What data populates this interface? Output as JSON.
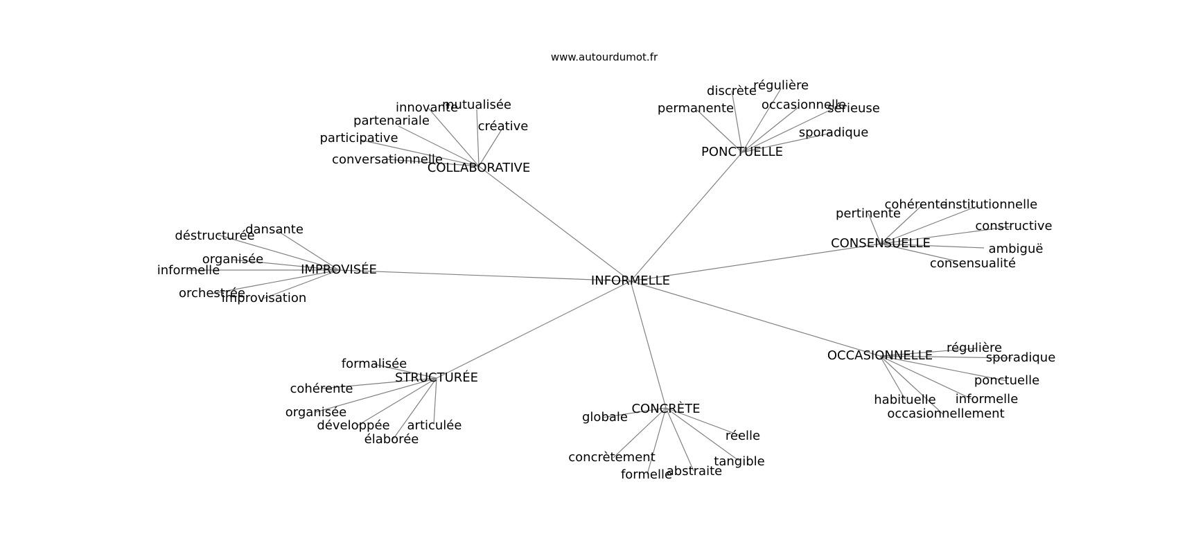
{
  "source": "www.autourdumot.fr",
  "colors": {
    "edge": "#808080",
    "text": "#000000",
    "background": "#ffffff"
  },
  "center": "INFORMELLE",
  "hubs": [
    {
      "label": "COLLABORATIVE",
      "leaves": [
        "innovante",
        "mutualisée",
        "partenariale",
        "créative",
        "participative",
        "conversationnelle"
      ]
    },
    {
      "label": "PONCTUELLE",
      "leaves": [
        "discrète",
        "régulière",
        "permanente",
        "occasionnelle",
        "sérieuse",
        "sporadique"
      ]
    },
    {
      "label": "CONSENSUELLE",
      "leaves": [
        "pertinente",
        "cohérente",
        "institutionnelle",
        "constructive",
        "ambiguë",
        "consensualité"
      ]
    },
    {
      "label": "IMPROVISÉE",
      "leaves": [
        "dansante",
        "déstructurée",
        "organisée",
        "informelle",
        "orchestrée",
        "improvisation"
      ]
    },
    {
      "label": "OCCASIONNELLE",
      "leaves": [
        "régulière",
        "sporadique",
        "ponctuelle",
        "habituelle",
        "informelle",
        "occasionnellement"
      ]
    },
    {
      "label": "STRUCTURÉE",
      "leaves": [
        "formalisée",
        "cohérente",
        "organisée",
        "développée",
        "articulée",
        "élaborée"
      ]
    },
    {
      "label": "CONCRÈTE",
      "leaves": [
        "globale",
        "réelle",
        "concrètement",
        "tangible",
        "formelle",
        "abstraite"
      ]
    }
  ]
}
